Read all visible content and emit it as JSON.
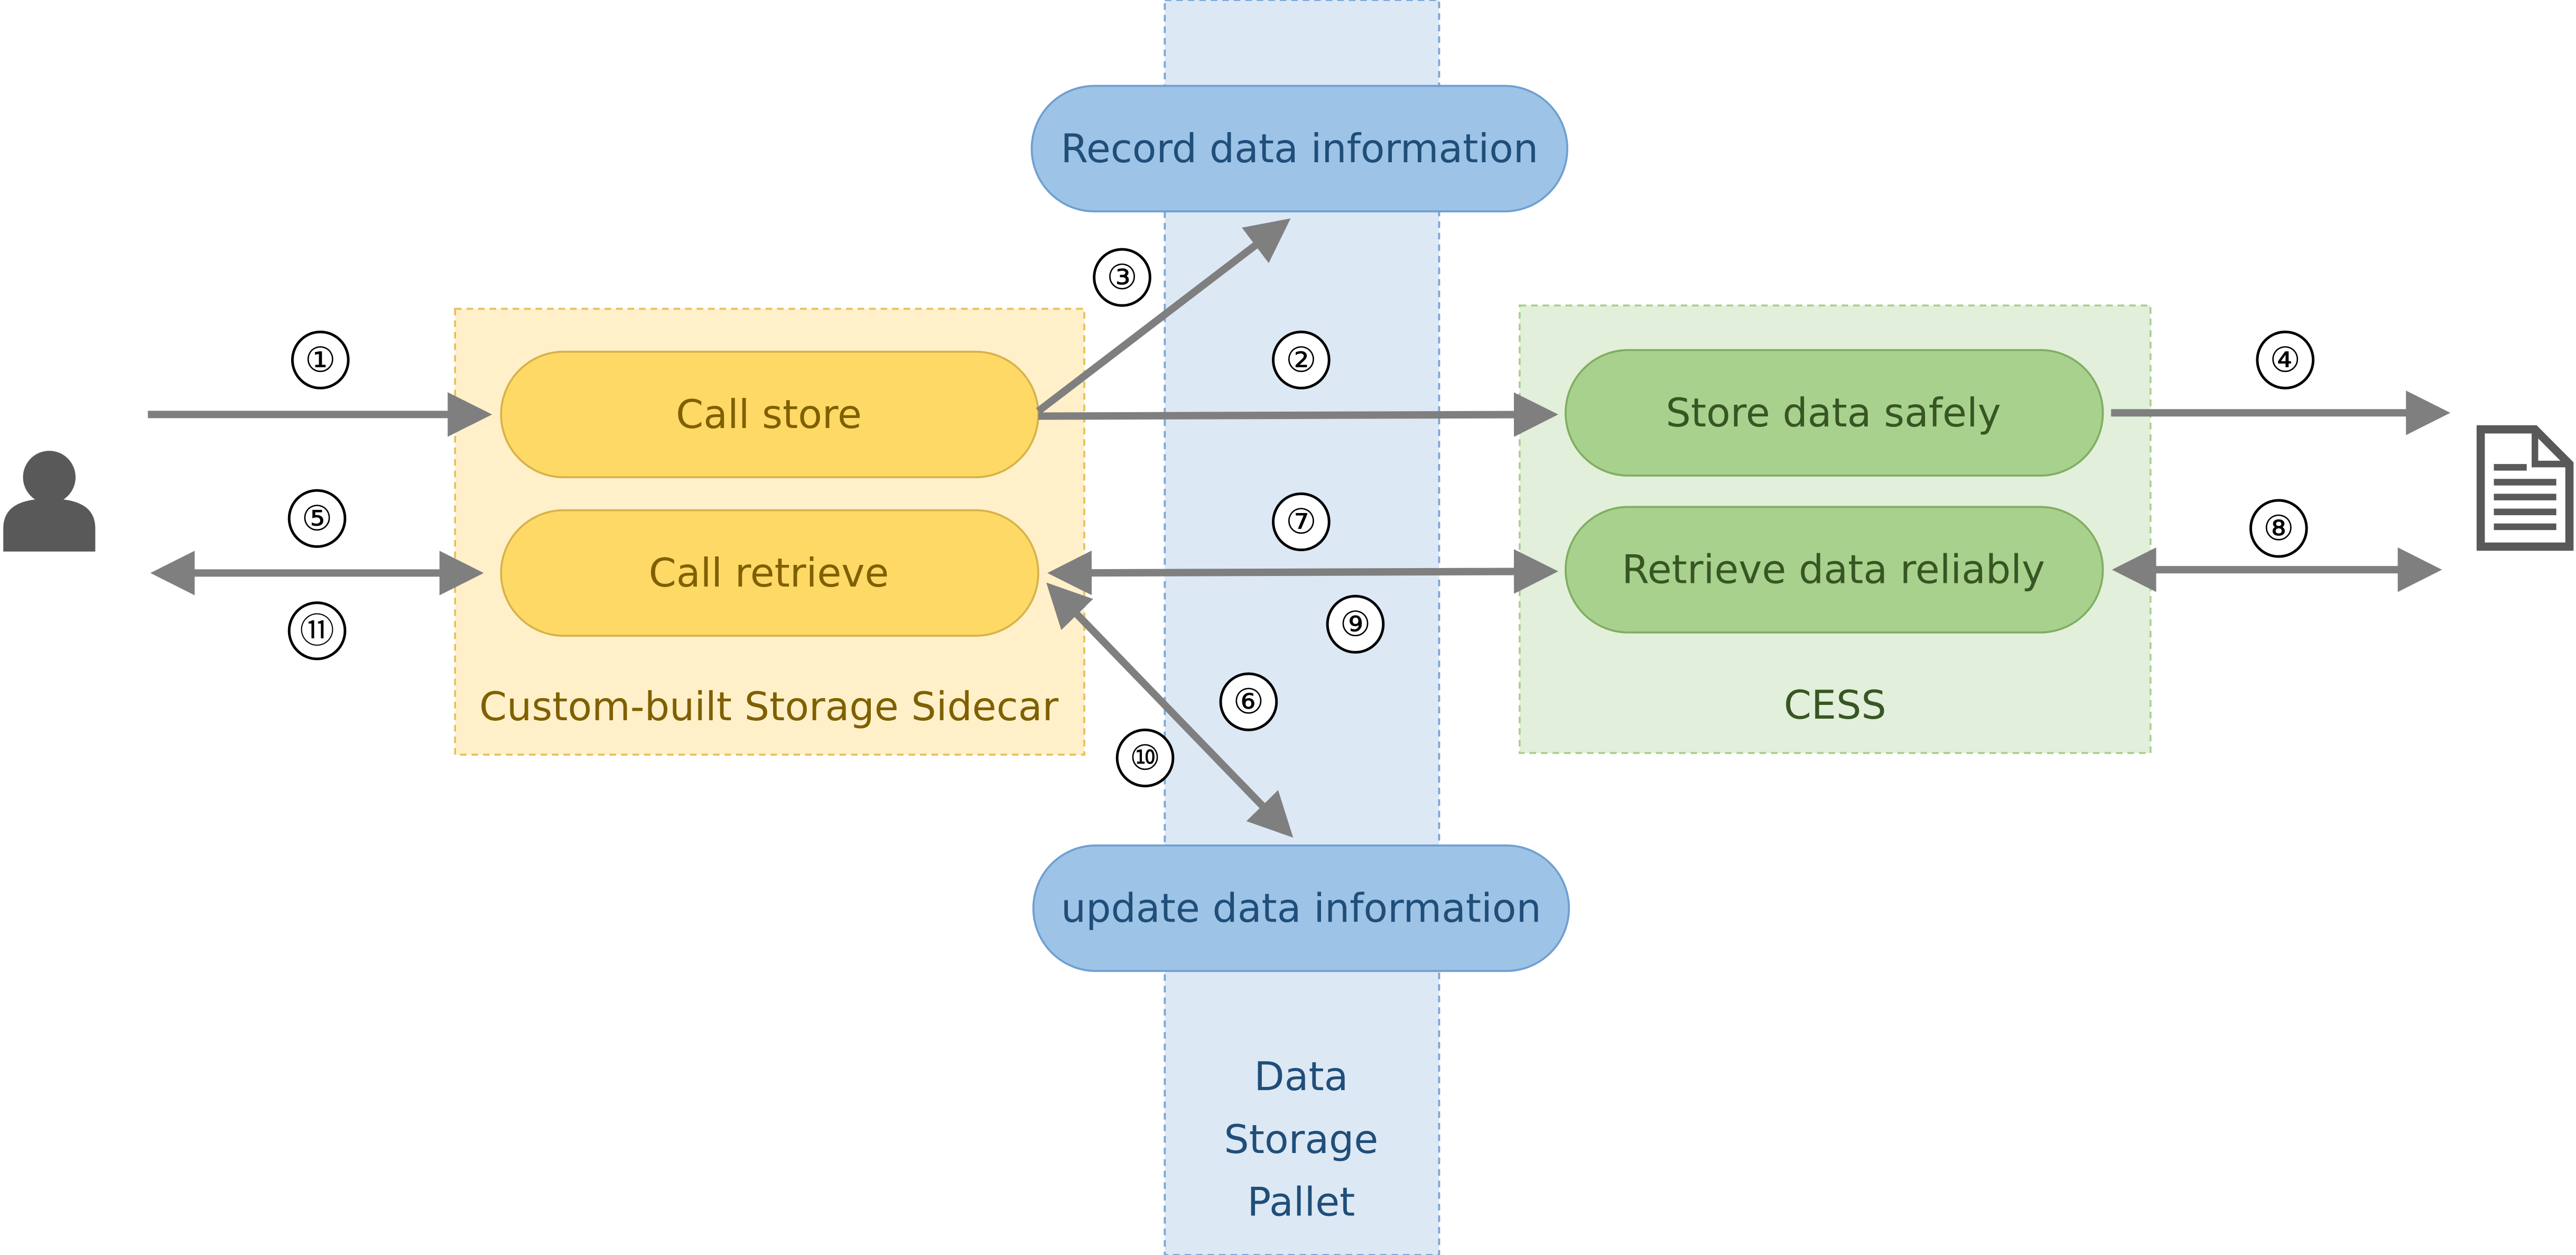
{
  "colors": {
    "pallet_fill": "#dde8f5",
    "pallet_border": "#7aa6d6",
    "pallet_text": "#1f4e79",
    "pallet_pill_fill": "#9dc3e6",
    "pallet_pill_border": "#6f9fd1",
    "sidecar_fill": "#fff0c9",
    "sidecar_border": "#e6c15a",
    "sidecar_text": "#7f6000",
    "sidecar_pill_fill": "#ffd966",
    "sidecar_pill_border": "#d6b34a",
    "cess_fill": "#e2efda",
    "cess_border": "#a9d08e",
    "cess_text": "#375623",
    "cess_pill_fill": "#a9d18e",
    "cess_pill_border": "#7fae62",
    "arrow": "#7f7f7f",
    "icon": "#595959"
  },
  "icons": {
    "user": "user-icon",
    "document": "document-icon"
  },
  "zones": {
    "pallet_label_lines": [
      "Data",
      "Storage",
      "Pallet"
    ],
    "sidecar_label": "Custom-built Storage Sidecar",
    "cess_label": "CESS"
  },
  "nodes": {
    "record": "Record data information",
    "update": "update data information",
    "call_store": "Call store",
    "call_retrieve": "Call retrieve",
    "store_safely": "Store data safely",
    "retrieve_reliably": "Retrieve data reliably"
  },
  "steps": {
    "s1": "①",
    "s2": "②",
    "s3": "③",
    "s4": "④",
    "s5": "⑤",
    "s6": "⑥",
    "s7": "⑦",
    "s8": "⑧",
    "s9": "⑨",
    "s10": "⑩",
    "s11": "⑪"
  }
}
